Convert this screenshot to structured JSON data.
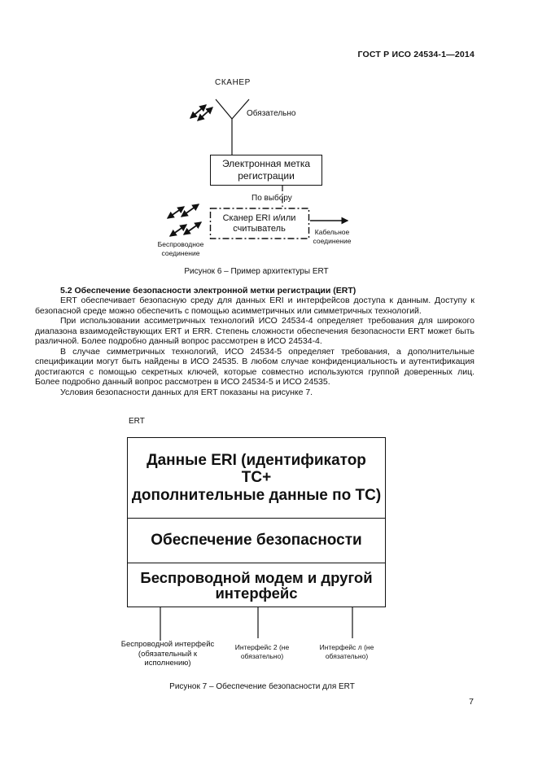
{
  "page": {
    "header": "ГОСТ Р ИСО 24534-1—2014",
    "page_number": "7"
  },
  "figure6": {
    "scanner_label": "СКАНЕР",
    "mandatory_label": "Обязательно",
    "optional_label": "По выбору",
    "box1_text": "Электронная метка регистрации",
    "box2_text": "Сканер ERI и/или считыватель",
    "wireless_label": "Беспроводное\nсоединение",
    "cable_label": "Кабельное\nсоединение",
    "caption": "Рисунок 6 – Пример архитектуры ERT"
  },
  "section": {
    "heading": "5.2 Обеспечение безопасности электронной метки регистрации (ERT)",
    "paragraphs": [
      "ERT обеспечивает безопасную среду для данных ERI и интерфейсов доступа к данным. Доступу к безопасной среде можно обеспечить с помощью асимметричных или симметричных технологий.",
      "При использовании ассиметричных технологий ИСО 24534-4 определяет требования для широкого диапазона взаимодействующих ERT и ERR. Степень сложности обеспечения безопасности ERT может быть различной. Более подробно данный вопрос рассмотрен в ИСО 24534-4.",
      "В случае симметричных технологий, ИСО 24534-5 определяет требования, а дополнительные спецификации могут быть найдены в ИСО 24535. В любом случае конфиденциальность и аутентификация достигаются с помощью секретных ключей, которые совместно используются группой доверенных лиц. Более подробно данный вопрос рассмотрен в ИСО 24534-5 и ИСО 24535.",
      "Условия безопасности данных для ERT показаны на рисунке 7."
    ]
  },
  "figure7": {
    "ert_label": "ERT",
    "layer1": "Данные ERI (идентификатор\nТС+\nдополнительные данные по ТС)",
    "layer2": "Обеспечение безопасности",
    "layer3": "Беспроводной модем и другой\nинтерфейс",
    "label1": "Беспроводной интерфейс\n(обязательный к\nисполнению)",
    "label2": "Интерфейс 2 (не\nобязательно)",
    "label3": "Интерфейс л (не\nобязательно)",
    "caption": "Рисунок 7 – Обеспечение безопасности для ERT"
  }
}
